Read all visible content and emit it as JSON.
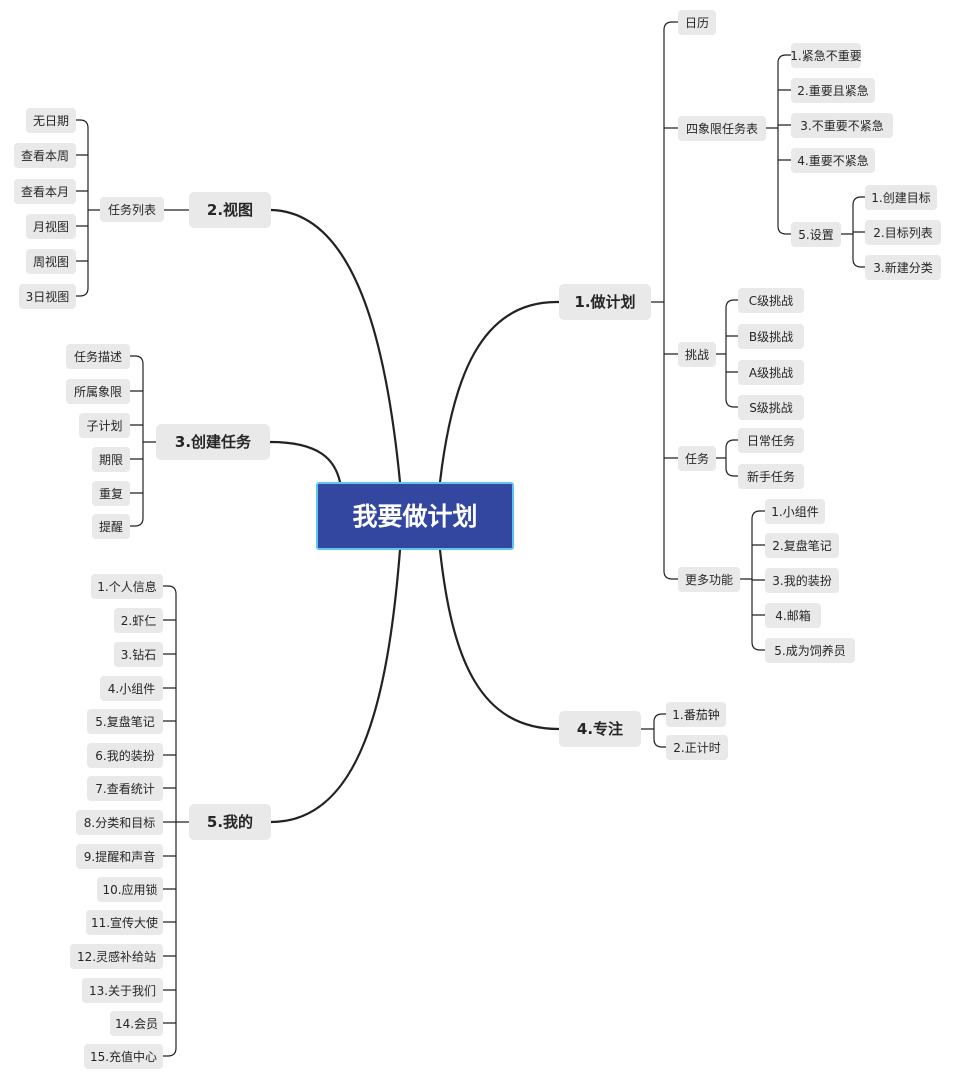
{
  "root": "我要做计划",
  "plan": {
    "label": "1.做计划",
    "calendar": "日历",
    "quadrant": {
      "label": "四象限任务表",
      "items": [
        "1.紧急不重要",
        "2.重要且紧急",
        "3.不重要不紧急",
        "4.重要不紧急"
      ],
      "settings": {
        "label": "5.设置",
        "items": [
          "1.创建目标",
          "2.目标列表",
          "3.新建分类"
        ]
      }
    },
    "challenge": {
      "label": "挑战",
      "items": [
        "C级挑战",
        "B级挑战",
        "A级挑战",
        "S级挑战"
      ]
    },
    "task": {
      "label": "任务",
      "items": [
        "日常任务",
        "新手任务"
      ]
    },
    "more": {
      "label": "更多功能",
      "items": [
        "1.小组件",
        "2.复盘笔记",
        "3.我的装扮",
        "4.邮箱",
        "5.成为饲养员"
      ]
    }
  },
  "view": {
    "label": "2.视图",
    "list": {
      "label": "任务列表",
      "items": [
        "无日期",
        "查看本周",
        "查看本月",
        "月视图",
        "周视图",
        "3日视图"
      ]
    }
  },
  "create": {
    "label": "3.创建任务",
    "items": [
      "任务描述",
      "所属象限",
      "子计划",
      "期限",
      "重复",
      "提醒"
    ]
  },
  "focus": {
    "label": "4.专注",
    "items": [
      "1.番茄钟",
      "2.正计时"
    ]
  },
  "mine": {
    "label": "5.我的",
    "items": [
      "1.个人信息",
      "2.虾仁",
      "3.钻石",
      "4.小组件",
      "5.复盘笔记",
      "6.我的装扮",
      "7.查看统计",
      "8.分类和目标",
      "9.提醒和声音",
      "10.应用锁",
      "11.宣传大使",
      "12.灵感补给站",
      "13.关于我们",
      "14.会员",
      "15.充值中心"
    ]
  },
  "colors": {
    "root_fill": "#3346a0",
    "root_border": "#5ec6f2",
    "node_fill": "#e9e9e9",
    "line": "#222222"
  }
}
